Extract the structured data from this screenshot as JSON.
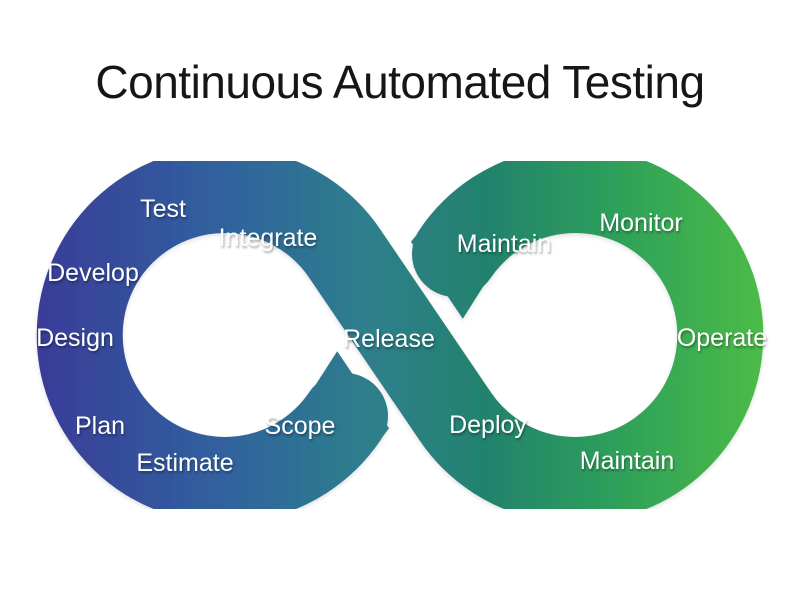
{
  "title": "Continuous Automated Testing",
  "diagram": {
    "type": "infinity-loop",
    "description_labels": {
      "test": "Test",
      "integrate": "Integrate",
      "develop": "Develop",
      "design": "Design",
      "plan": "Plan",
      "estimate": "Estimate",
      "scope": "Scope",
      "release": "Release",
      "maintain_top": "Maintain",
      "monitor": "Monitor",
      "operate": "Operate",
      "deploy": "Deploy",
      "maintain_bottom": "Maintain"
    },
    "left_loop_stages": [
      "Plan",
      "Design",
      "Develop",
      "Test",
      "Integrate",
      "Estimate",
      "Scope"
    ],
    "center_stage": "Release",
    "right_loop_stages": [
      "Deploy",
      "Maintain",
      "Operate",
      "Monitor",
      "Maintain"
    ],
    "colors": {
      "gradient_indigo": "#3a3c98",
      "gradient_blue": "#30619f",
      "gradient_teal": "#2e7f8b",
      "gradient_teal_green": "#23826d",
      "gradient_green_mid": "#2ea05a",
      "gradient_green": "#4cbb47",
      "label_color": "#ffffff",
      "title_color": "#161616",
      "background": "#ffffff"
    }
  }
}
